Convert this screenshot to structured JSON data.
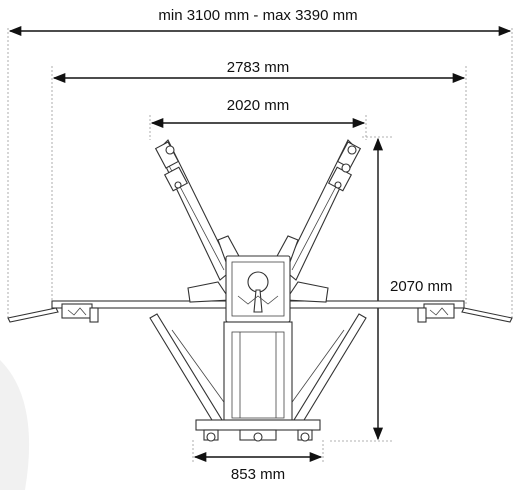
{
  "dimensions": {
    "overall_width": "min 3100 mm - max 3390 mm",
    "outer_arm_width": "2783 mm",
    "inner_arm_width": "2020 mm",
    "height": "2070 mm",
    "base_width": "853 mm"
  }
}
